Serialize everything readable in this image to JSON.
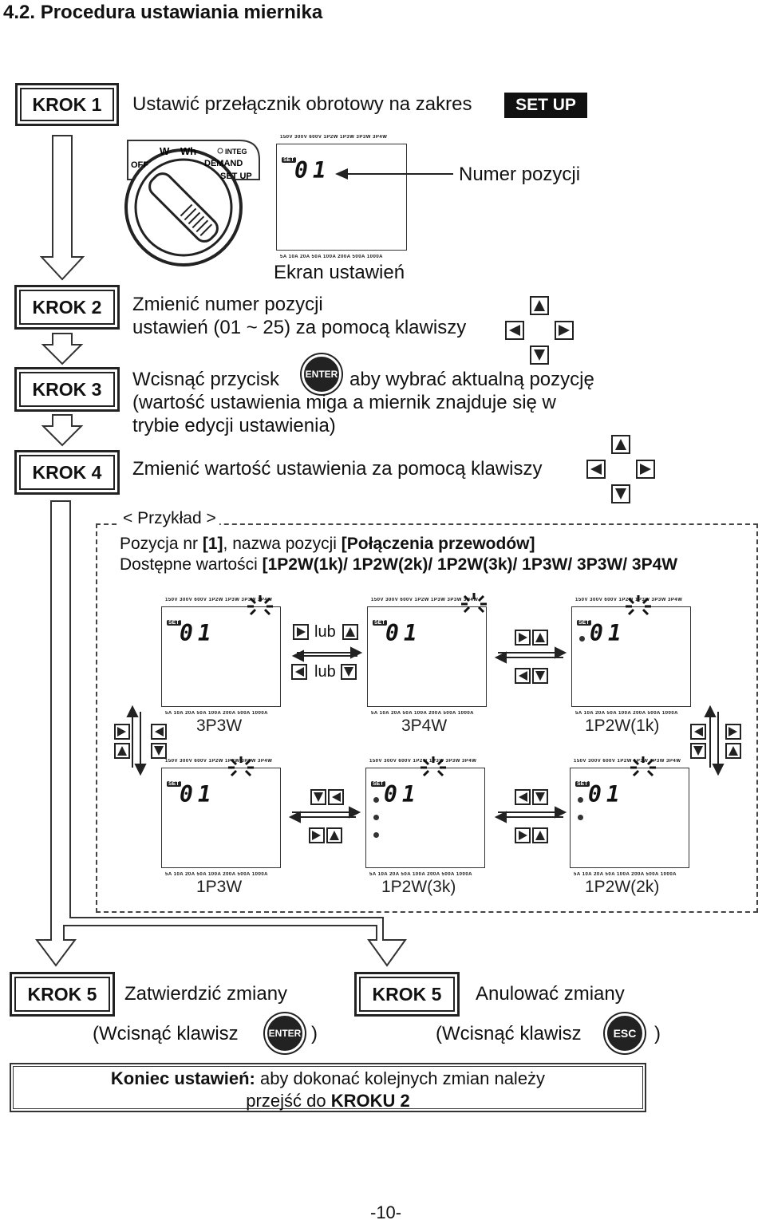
{
  "section_title": "4.2. Procedura ustawiania miernika",
  "steps": [
    {
      "label": "KROK 1",
      "text": "Ustawić przełącznik obrotowy na zakres",
      "badge": "SET UP"
    },
    {
      "label": "KROK 2",
      "text_line1": "Zmienić numer pozycji",
      "text_line2": "ustawień (01 ~ 25) za pomocą klawiszy"
    },
    {
      "label": "KROK 3",
      "text_line1a": "Wcisnąć przycisk",
      "text_line1b": "aby wybrać aktualną pozycję",
      "text_line2": "(wartość ustawienia miga a miernik znajduje się w",
      "text_line3": "trybie edycji ustawienia)"
    },
    {
      "label": "KROK 4",
      "text": "Zmienić wartość ustawienia za pomocą klawiszy"
    }
  ],
  "dial": {
    "labels": [
      "OFF",
      "W",
      "Wh",
      "INTEG",
      "DEMAND",
      "SET UP"
    ]
  },
  "lcd_main": {
    "set": "SET",
    "number": "01",
    "top_scale": "150V 300V 600V   1P2W 1P3W 3P3W 3P4W",
    "bottom_scale": "5A  10A  20A  50A  100A  200A  500A  1000A"
  },
  "annotations": {
    "position_number": "Numer pozycji",
    "settings_screen": "Ekran ustawień"
  },
  "example": {
    "header": "< Przykład >",
    "line1_plain": "Pozycja nr ",
    "line1_bold1": "[1]",
    "line1_plain2": ", nazwa pozycji ",
    "line1_bold2": "[Połączenia przewodów]",
    "line2_plain": "Dostępne wartości ",
    "line2_bold": "[1P2W(1k)/ 1P2W(2k)/ 1P2W(3k)/ 1P3W/ 3P3W/ 3P4W",
    "lub": "lub",
    "screens": [
      {
        "label": "3P3W",
        "number": "01",
        "set": "SET"
      },
      {
        "label": "3P4W",
        "number": "01",
        "set": "SET"
      },
      {
        "label": "1P2W(1k)",
        "number": "01",
        "set": "SET"
      },
      {
        "label": "1P3W",
        "number": "01",
        "set": "SET"
      },
      {
        "label": "1P2W(3k)",
        "number": "01",
        "set": "SET"
      },
      {
        "label": "1P2W(2k)",
        "number": "01",
        "set": "SET"
      }
    ]
  },
  "step5": [
    {
      "label": "KROK 5",
      "text": "Zatwierdzić zmiany",
      "press_a": "(Wcisnąć klawisz",
      "key": "ENTER",
      "press_b": ")"
    },
    {
      "label": "KROK 5",
      "text": "Anulować zmiany",
      "press_a": "(Wcisnąć klawisz",
      "key": "ESC",
      "press_b": ")"
    }
  ],
  "end_note": {
    "bold": "Koniec ustawień:",
    "text": " aby dokonać kolejnych zmian należy",
    "line2_plain": "przejść do ",
    "line2_bold": "KROKU 2"
  },
  "enter_key": "ENTER",
  "page_number": "-10-"
}
